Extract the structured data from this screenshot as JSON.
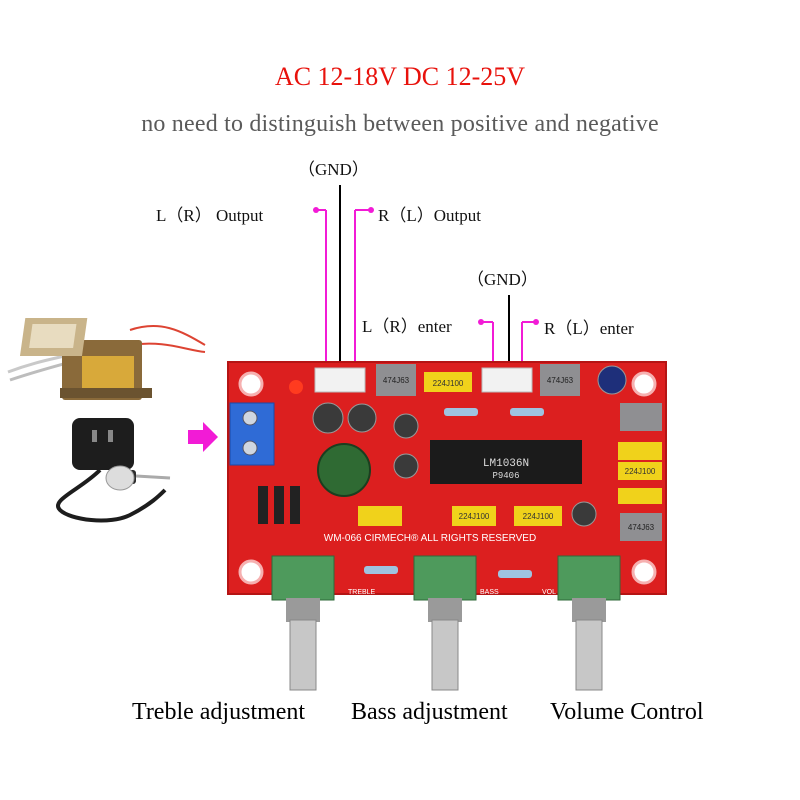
{
  "header": {
    "power_spec": "AC 12-18V DC 12-25V",
    "polarity_note": "no need to distinguish between positive and negative"
  },
  "output_connector": {
    "gnd_label": "（GND）",
    "left_label": "L（R） Output",
    "right_label": "R（L）Output"
  },
  "input_connector": {
    "gnd_label": "（GND）",
    "left_label": "L（R）enter",
    "right_label": "R（L）enter"
  },
  "board": {
    "silkscreen": "WM-066  CIRMECH®  ALL RIGHTS RESERVED",
    "chip_text": "LM1036N",
    "chip_sub": "P9406",
    "knob_labels": [
      "TREBLE",
      "BASS",
      "VOL"
    ],
    "cap_labels": [
      "474J63",
      "224J100",
      "474J63",
      "224J100",
      "224J100",
      "224J100",
      "474J63"
    ],
    "colors": {
      "pcb": "#dc1f1f",
      "knob_body": "#4e9a5c",
      "connector": "#2f6bd6",
      "arrow": "#f21bd6"
    }
  },
  "captions": {
    "treble": "Treble adjustment",
    "bass": "Bass adjustment",
    "volume": "Volume Control"
  }
}
